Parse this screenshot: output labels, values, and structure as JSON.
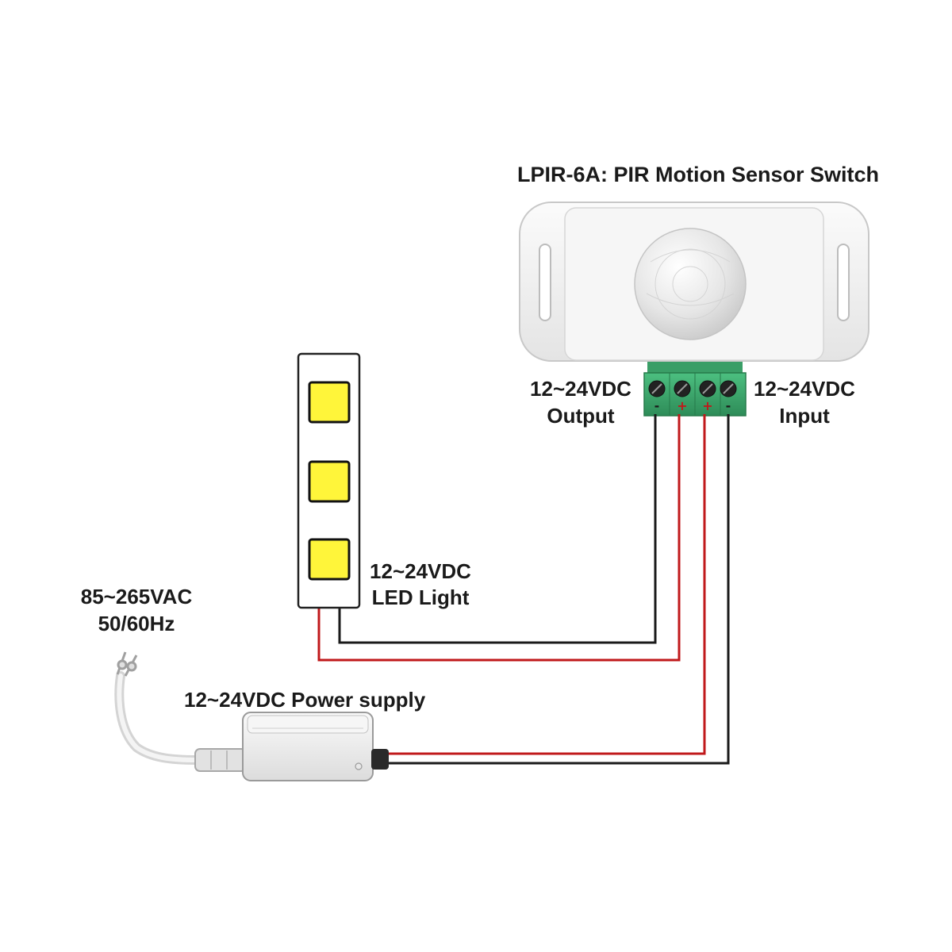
{
  "title": "LPIR-6A: PIR Motion Sensor Switch",
  "labels": {
    "output_voltage": "12~24VDC",
    "output": "Output",
    "input_voltage": "12~24VDC",
    "input": "Input",
    "led_voltage": "12~24VDC",
    "led": "LED Light",
    "ac_voltage": "85~265VAC",
    "ac_freq": "50/60Hz",
    "power_supply": "12~24VDC Power supply"
  },
  "terminal_symbols": [
    "-",
    "+",
    "+",
    "-"
  ],
  "colors": {
    "wire_negative": "#1a1a1a",
    "wire_positive": "#c0191b",
    "terminal_block": "#3aa56c",
    "led_chip": "#fff53a",
    "sensor_body": "#f4f4f4"
  }
}
